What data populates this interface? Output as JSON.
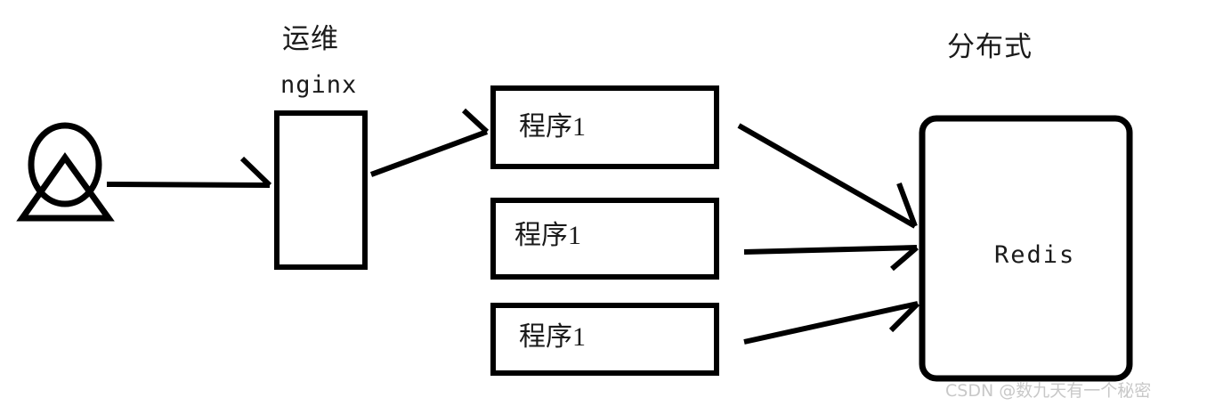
{
  "diagram": {
    "title_labels": {
      "nginx_role": "运维",
      "nginx_name": "nginx",
      "redis_role": "分布式"
    },
    "actor": {
      "icon": "user-person-icon"
    },
    "nodes": {
      "nginx_box": "",
      "app_boxes": [
        {
          "label": "程序1"
        },
        {
          "label": "程序1"
        },
        {
          "label": "程序1"
        }
      ],
      "redis_box": "Redis"
    },
    "connections": [
      {
        "name": "user-to-nginx",
        "from": "user",
        "to": "nginx"
      },
      {
        "name": "nginx-to-app1",
        "from": "nginx",
        "to": "程序1"
      },
      {
        "name": "app1-to-redis",
        "from": "程序1",
        "to": "Redis"
      },
      {
        "name": "app2-to-redis",
        "from": "程序1",
        "to": "Redis"
      },
      {
        "name": "app3-to-redis",
        "from": "程序1",
        "to": "Redis"
      }
    ],
    "watermark": "CSDN @数九天有一个秘密",
    "colors": {
      "stroke": "#000000",
      "text": "#1a1a1a",
      "background": "#ffffff",
      "watermark": "#c8c8c8"
    }
  }
}
